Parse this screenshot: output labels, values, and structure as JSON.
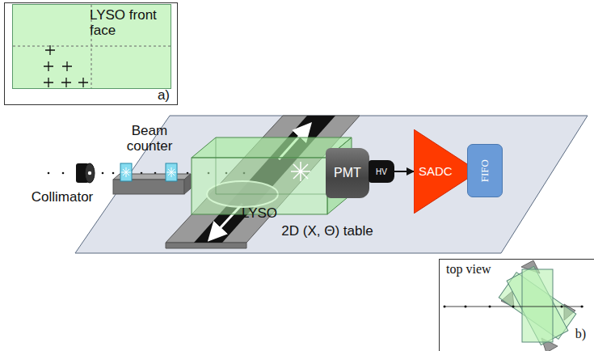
{
  "diagram": {
    "nodes": [
      {
        "text": [
          "a)"
        ]
      },
      {
        "text": [
          "LYSO front face"
        ],
        "in": 0
      },
      {
        "text": [
          "LYSO"
        ]
      },
      {
        "text": [
          "PMT"
        ]
      },
      {
        "text": [
          "HV"
        ]
      },
      {
        "text": [
          "SADC"
        ]
      },
      {
        "text": [
          "FIFO"
        ]
      },
      {
        "text": [
          "top view",
          "b)"
        ]
      }
    ],
    "edges": [
      {
        "from": 4,
        "to": 5,
        "arrow": "to"
      }
    ],
    "labels": [
      "Beam counter",
      "Collimator",
      "2D (X, Θ) table"
    ]
  }
}
